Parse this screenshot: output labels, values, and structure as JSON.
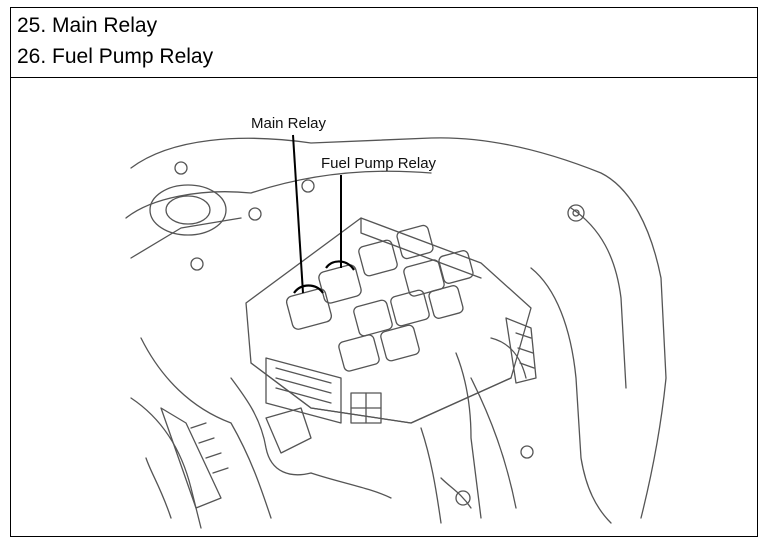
{
  "header": {
    "items": [
      {
        "label": "25. Main Relay"
      },
      {
        "label": "26. Fuel Pump Relay"
      }
    ]
  },
  "diagram": {
    "callouts": {
      "main_relay": "Main Relay",
      "fuel_pump_relay": "Fuel Pump Relay"
    }
  }
}
